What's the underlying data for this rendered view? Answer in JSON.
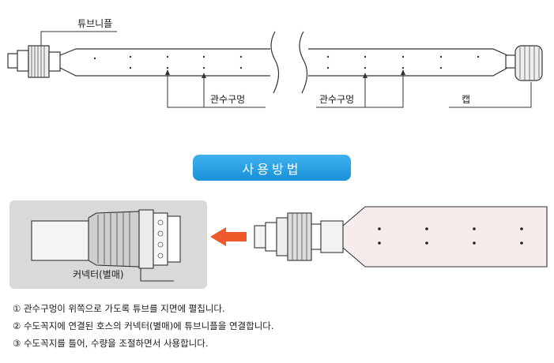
{
  "labels": {
    "tube_nipple": "튜브니플",
    "hole_left": "관수구멍",
    "hole_right": "관수구멍",
    "cap": "캡",
    "connector": "커넥터(별매)"
  },
  "title": "사용방법",
  "steps": [
    "① 관수구멍이 위쪽으로 가도록 튜브를 지면에 펼칩니다.",
    "② 수도꼭지에 연결된 호스의 커넥터(별매)에 튜브니플을 연결합니다.",
    "③ 수도꼭지를 틀어, 수량을 조절하면서 사용합니다."
  ],
  "colors": {
    "title_bg": "#2aa0e6",
    "arrow": "#ef5a2a",
    "panel_bg": "#d9d9d9"
  },
  "icons": {
    "arrow": "arrow-left-icon"
  }
}
